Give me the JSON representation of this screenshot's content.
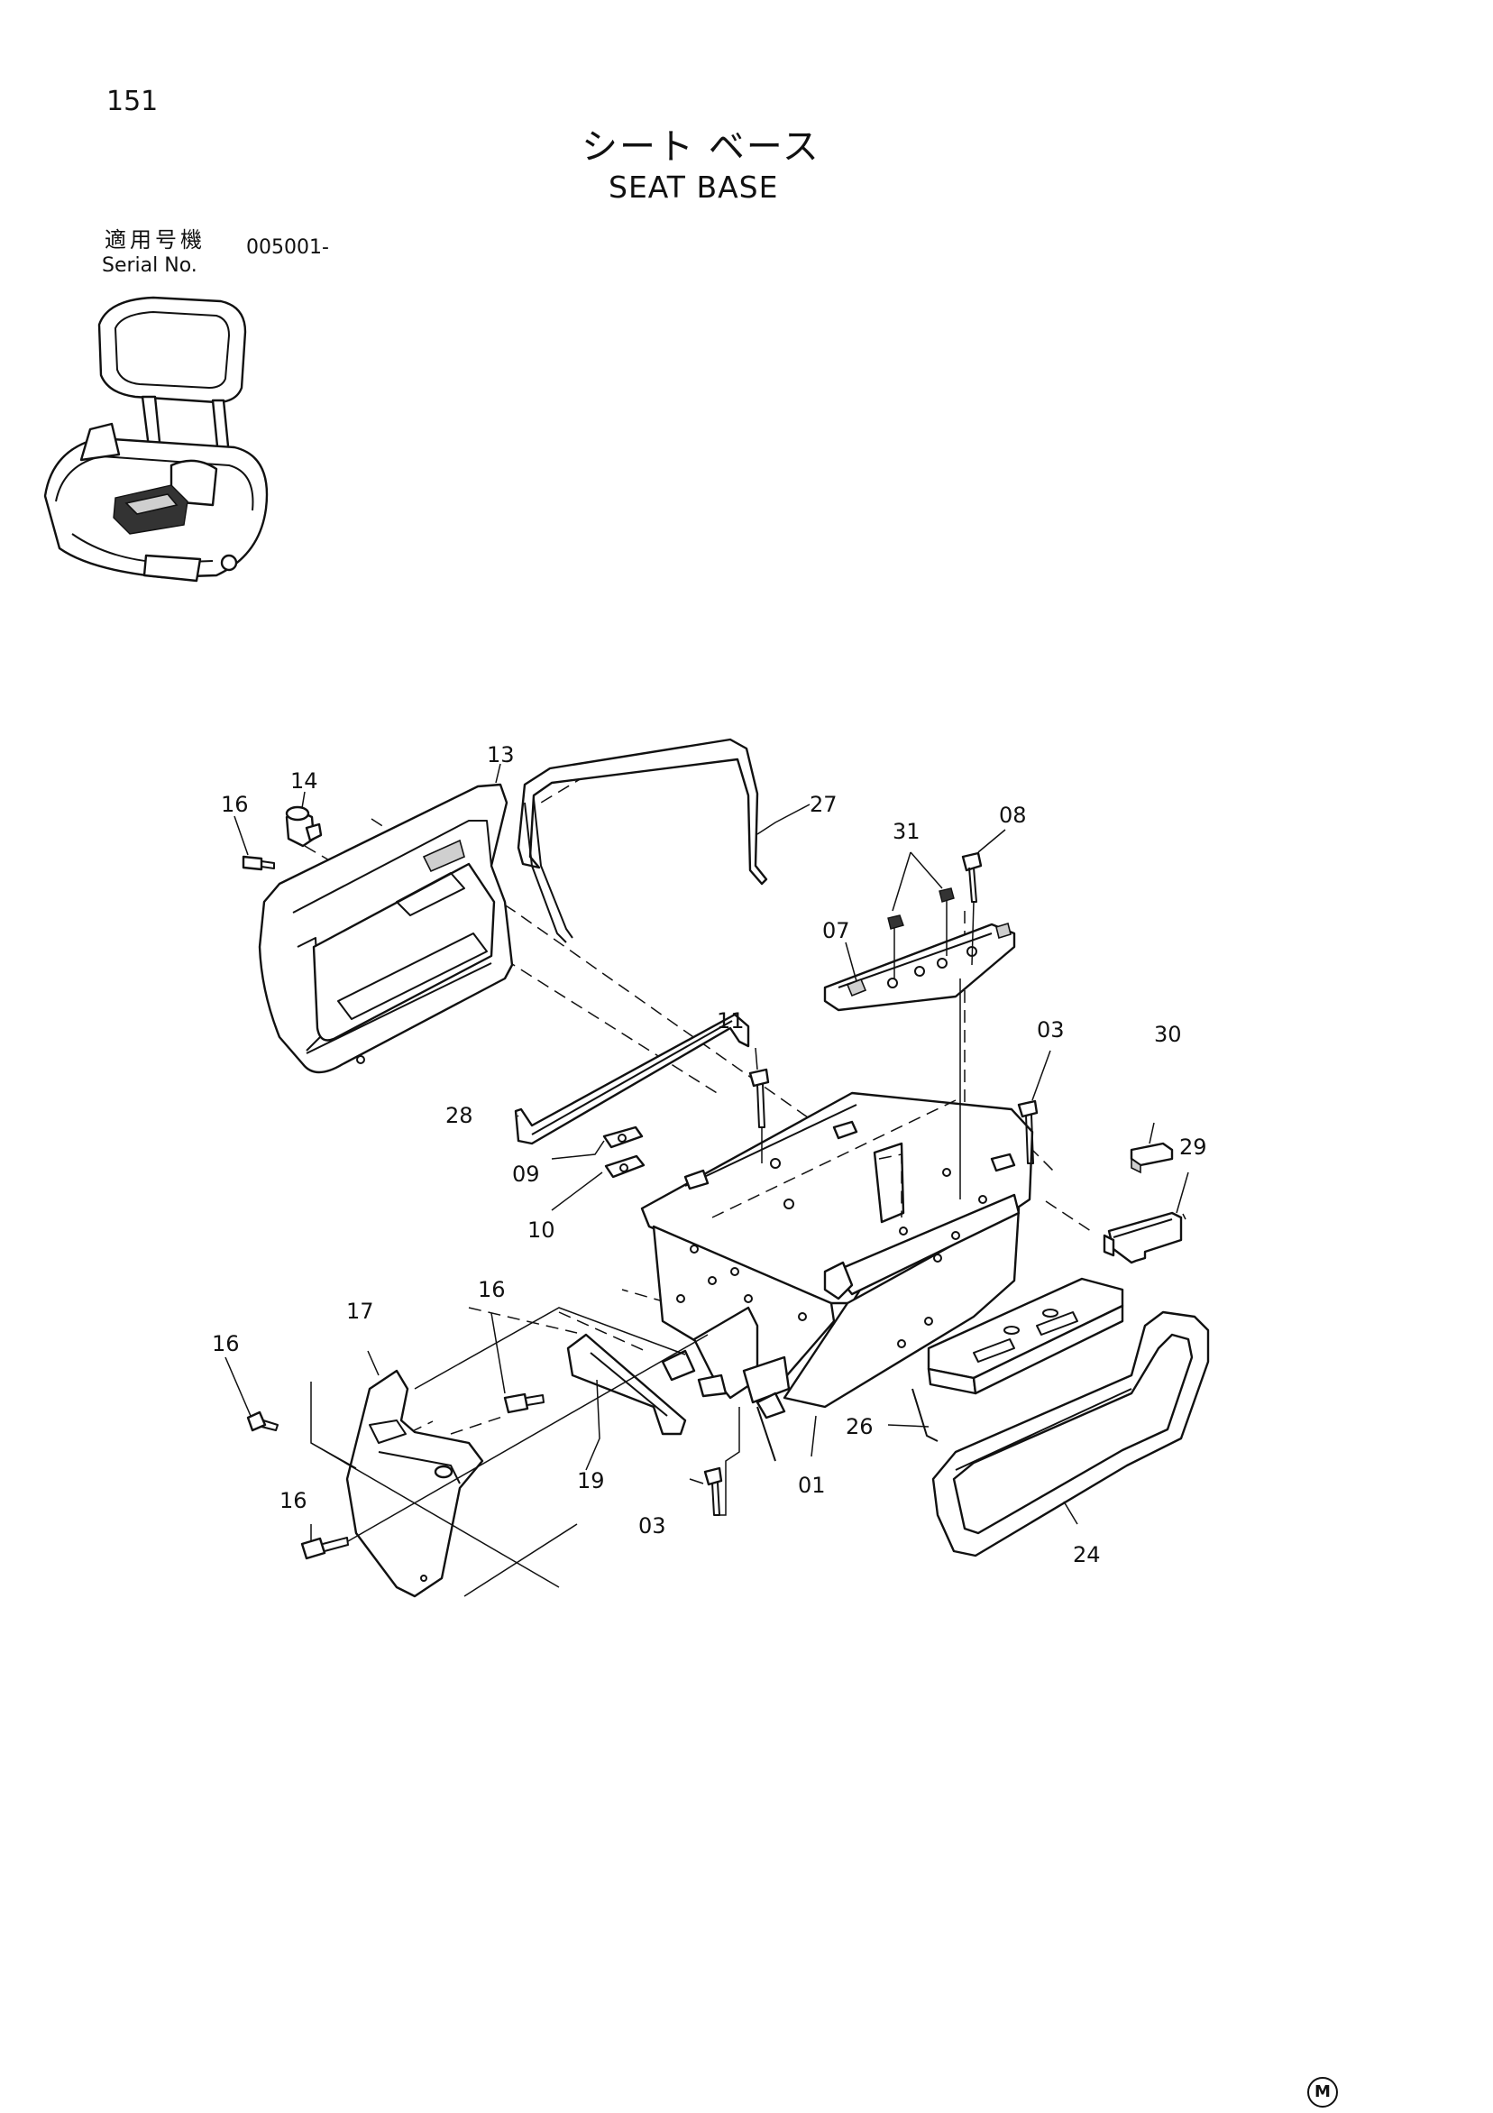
{
  "header": {
    "page_number": "151",
    "title_jp": "シート ベース",
    "title_en": "SEAT BASE"
  },
  "serial": {
    "label_jp": "適用号機",
    "label_en": "Serial No.",
    "value": "005001-"
  },
  "callouts": {
    "p01": "01",
    "p03a": "03",
    "p03b": "03",
    "p07": "07",
    "p08": "08",
    "p09": "09",
    "p10": "10",
    "p11": "11",
    "p13": "13",
    "p14": "14",
    "p16a": "16",
    "p16b": "16",
    "p16c": "16",
    "p16d": "16",
    "p17": "17",
    "p19": "19",
    "p24": "24",
    "p26": "26",
    "p27": "27",
    "p28": "28",
    "p29": "29",
    "p30": "30",
    "p31": "31"
  },
  "footer": {
    "mark": "M"
  }
}
